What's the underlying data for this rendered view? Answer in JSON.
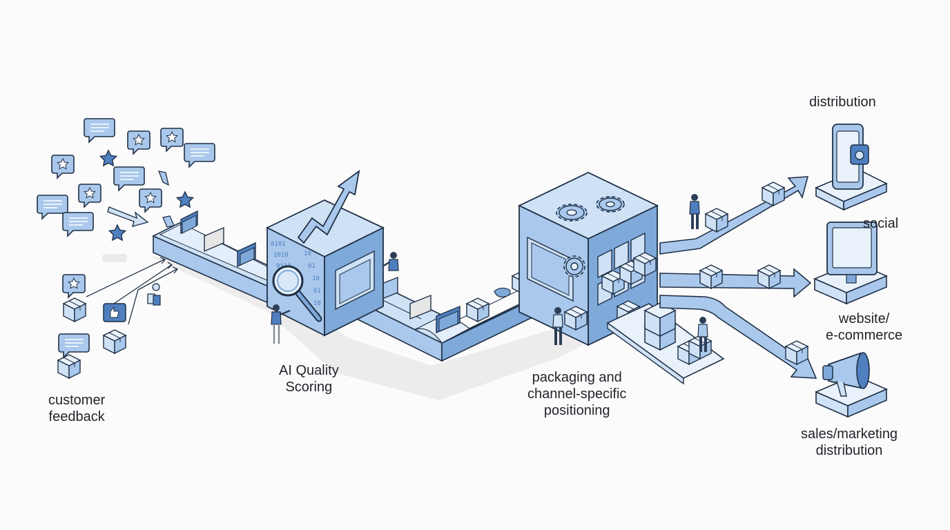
{
  "labels": {
    "customer_feedback": [
      "customer",
      "feedback"
    ],
    "ai_quality_scoring": [
      "AI Quality",
      "Scoring"
    ],
    "packaging": [
      "packaging and",
      "channel-specific",
      "positioning"
    ],
    "distribution": "distribution",
    "social": "social",
    "website": [
      "website/",
      "e-commerce"
    ],
    "sales_marketing": [
      "sales/marketing",
      "distribution"
    ]
  },
  "binary_digits": "0101101001100110",
  "colors": {
    "outline": "#1f2f44",
    "light_blue": "#cfe1f5",
    "mid_blue": "#a9c8ec",
    "dark_blue": "#7fa9d9",
    "deep_blue": "#4f7fbf",
    "shadow": "#e2e2e2"
  },
  "icons": [
    "chat-bubble-icon",
    "star-icon",
    "magnifier-icon",
    "trend-arrow-icon",
    "gear-icon",
    "package-icon",
    "phone-icon",
    "monitor-icon",
    "megaphone-icon",
    "worker-icon"
  ]
}
